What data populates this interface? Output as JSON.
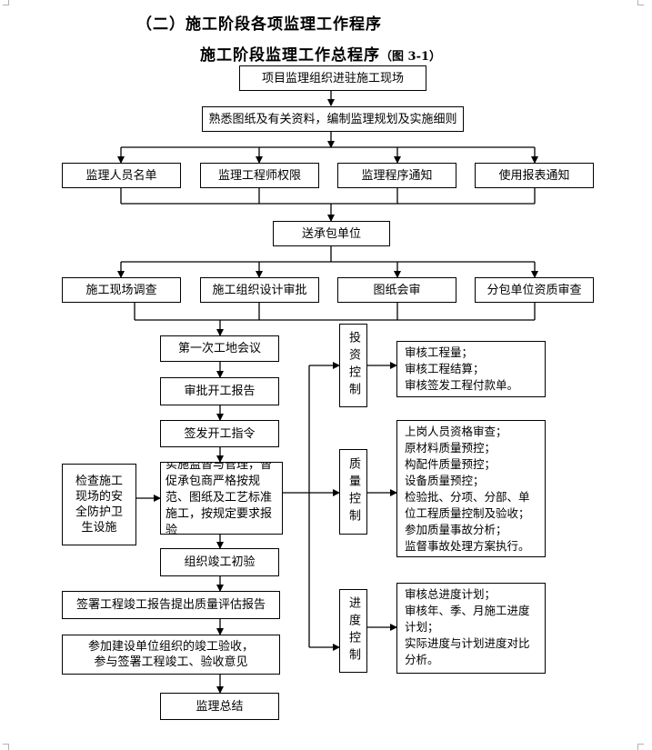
{
  "heading": "（二）施工阶段各项监理工作程序",
  "title": {
    "main": "施工阶段监理工作总程序",
    "figure_ref": "（图 3-1）"
  },
  "nodes": {
    "project_entry": "项目监理组织进驻施工现场",
    "study_drawings": "熟悉图纸及有关资料，编制监理规划及实施细则",
    "staff_list": "监理人员名单",
    "engineer_authority": "监理工程师权限",
    "procedure_notice": "监理程序通知",
    "forms_notice": "使用报表通知",
    "send_contractor": "送承包单位",
    "site_survey": "施工现场调查",
    "design_approval": "施工组织设计审批",
    "drawing_review": "图纸会审",
    "subcontractor_review": "分包单位资质审查",
    "first_meeting": "第一次工地会议",
    "approve_report": "审批开工报告",
    "issue_order": "签发开工指令",
    "safety_check": [
      "检查施工",
      "现场的安",
      "全防护卫",
      "生设施"
    ],
    "supervise": "实施监督与管理，督促承包商严格按规范、图纸及工艺标准施工，按规定要求报验",
    "pre_acceptance": "组织竣工初验",
    "sign_report": "签署工程竣工报告提出质量评估报告",
    "acceptance": [
      "参加建设单位组织的竣工验收，",
      "参与签署工程竣工、验收意见"
    ],
    "summary": "监理总结"
  },
  "controls": {
    "investment": {
      "label": "投资控制",
      "items": [
        "审核工程量；",
        "审核工程结算；",
        "审核签发工程付款单。"
      ]
    },
    "quality": {
      "label": "质量控制",
      "items": [
        "上岗人员资格审查；",
        "原材料质量预控；",
        "构配件质量预控；",
        "设备质量预控；",
        "检验批、分项、分部、单位工程质量控制及验收；",
        "参加质量事故分析；",
        "监督事故处理方案执行。"
      ]
    },
    "schedule": {
      "label": "进度控制",
      "items": [
        "审核总进度计划；",
        "审核年、季、月施工进度计划；",
        "实际进度与计划进度对比分析。"
      ]
    }
  }
}
